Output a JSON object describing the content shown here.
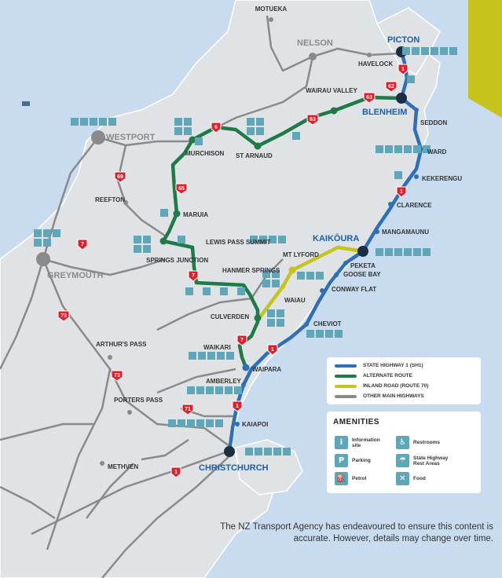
{
  "colors": {
    "sea": "#c9dcef",
    "land": "#dfe3e6",
    "sh1": "#2e6fb5",
    "alternate": "#1f7a48",
    "inland": "#c7c31d",
    "other": "#8a8a8a",
    "amenity_icon": "#5fa7b8",
    "shield": "#e31e2a"
  },
  "towns": {
    "motueka": "MOTUEKA",
    "nelson": "NELSON",
    "picton": "PICTON",
    "havelock": "HAVELOCK",
    "blenheim": "BLENHEIM",
    "wairau_valley": "WAIRAU VALLEY",
    "seddon": "SEDDON",
    "westport": "WESTPORT",
    "murchison": "MURCHISON",
    "st_arnaud": "ST ARNAUD",
    "ward": "WARD",
    "kekerengu": "KEKERENGU",
    "reefton": "REEFTON",
    "maruia": "MARUIA",
    "clarence": "CLARENCE",
    "mangamaunu": "MANGAMAUNU",
    "kaikoura": "KAIKŌURA",
    "lewis_pass": "LEWIS PASS SUMMIT",
    "springs_junction": "SPRINGS JUNCTION",
    "mt_lyford": "MT LYFORD",
    "peketa": "PEKETA",
    "goose_bay": "GOOSE BAY",
    "greymouth": "GREYMOUTH",
    "hanmer": "HANMER SPRINGS",
    "waiau": "WAIAU",
    "conway_flat": "CONWAY FLAT",
    "culverden": "CULVERDEN",
    "cheviot": "CHEVIOT",
    "arthurs_pass": "ARTHUR'S PASS",
    "waikari": "WAIKARI",
    "waipara": "WAIPARA",
    "amberley": "AMBERLEY",
    "porters_pass": "PORTERS PASS",
    "kaiapoi": "KAIAPOI",
    "christchurch": "CHRISTCHURCH",
    "methven": "METHVEN"
  },
  "shields": {
    "s1a": "1",
    "s62": "62",
    "s63a": "63",
    "s63b": "63",
    "s6": "6",
    "s69": "69",
    "s65": "65",
    "s1b": "1",
    "s7a": "7",
    "s7b": "7",
    "s73a": "73",
    "s7c": "7",
    "s1c": "1",
    "s73b": "73",
    "s1d": "1",
    "s71": "71",
    "s1e": "1"
  },
  "legend": {
    "sh1": "STATE HIGHWAY 1 (SH1)",
    "alternate": "ALTERNATE ROUTE",
    "inland": "INLAND ROAD (ROUTE 70)",
    "other": "OTHER MAIN HIGHWAYS"
  },
  "amenities": {
    "title": "AMENITIES",
    "info": "Information site",
    "restrooms": "Restrooms",
    "parking": "Parking",
    "rest_areas": "State Highway Rest Areas",
    "petrol": "Petrol",
    "food": "Food"
  },
  "disclaimer": "The NZ Transport Agency has endeavoured to ensure this content is accurate. However, details may change over time."
}
